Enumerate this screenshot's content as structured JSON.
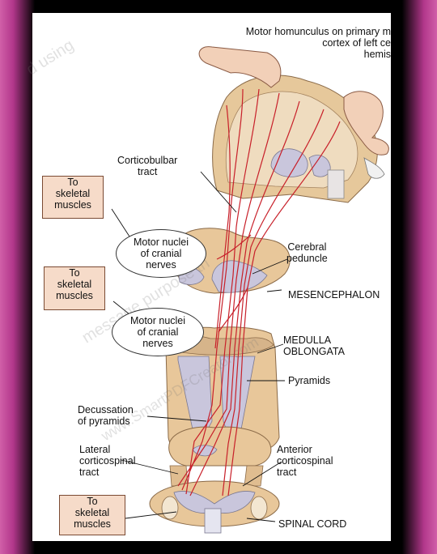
{
  "labels": {
    "motor_homunculus": [
      "Motor homunculus on primary m",
      "cortex of left ce",
      "hemis"
    ],
    "corticobulbar": [
      "Corticobulbar",
      "tract"
    ],
    "cerebral_peduncle": [
      "Cerebral",
      "peduncle"
    ],
    "mesencephalon": "MESENCEPHALON",
    "medulla": [
      "MEDULLA",
      "OBLONGATA"
    ],
    "pyramids": "Pyramids",
    "decussation": [
      "Decussation",
      "of pyramids"
    ],
    "lateral_tract": [
      "Lateral",
      "corticospinal",
      "tract"
    ],
    "anterior_tract": [
      "Anterior",
      "corticospinal",
      "tract"
    ],
    "spinal_cord": "SPINAL CORD"
  },
  "boxes": [
    [
      "To",
      "skeletal",
      "muscles"
    ],
    [
      "To",
      "skeletal",
      "muscles"
    ],
    [
      "To",
      "skeletal",
      "muscles"
    ]
  ],
  "ovals": [
    [
      "Motor nuclei",
      "of cranial",
      "nerves"
    ],
    [
      "Motor nuclei",
      "of cranial",
      "nerves"
    ]
  ],
  "watermark": [
    "d using",
    "message purpose th",
    "www.SmartPDFCreator.com"
  ],
  "colors": {
    "tract": "#c8202a",
    "tissue": "#e8c79a",
    "tissue_dark": "#caa272",
    "grey_matter": "#c9c6dc",
    "box_fill": "#f6dbc9"
  }
}
